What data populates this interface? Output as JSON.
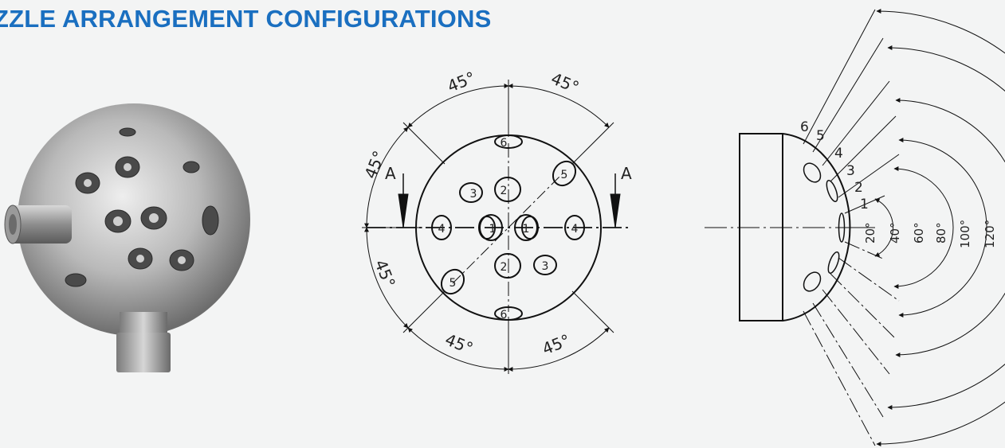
{
  "header": {
    "title": "ZZLE ARRANGEMENT CONFIGURATIONS"
  },
  "colors": {
    "title": "#1a6fc0",
    "background": "#f3f4f4",
    "line": "#111111"
  },
  "photo": {
    "icon": "spray-head-photo"
  },
  "front_view": {
    "angle_labels": [
      "45°",
      "45°",
      "45°",
      "45°",
      "45°",
      "45°"
    ],
    "section_labels": [
      "A",
      "A"
    ],
    "nozzle_numbers": [
      "6",
      "5",
      "3",
      "2",
      "4",
      "1",
      "1",
      "4",
      "2",
      "3",
      "5",
      "6"
    ]
  },
  "side_view": {
    "ring_numbers": [
      "6",
      "5",
      "4",
      "3",
      "2",
      "1"
    ],
    "angles": [
      "20°",
      "40°",
      "60°",
      "80°",
      "100°",
      "120°"
    ]
  }
}
